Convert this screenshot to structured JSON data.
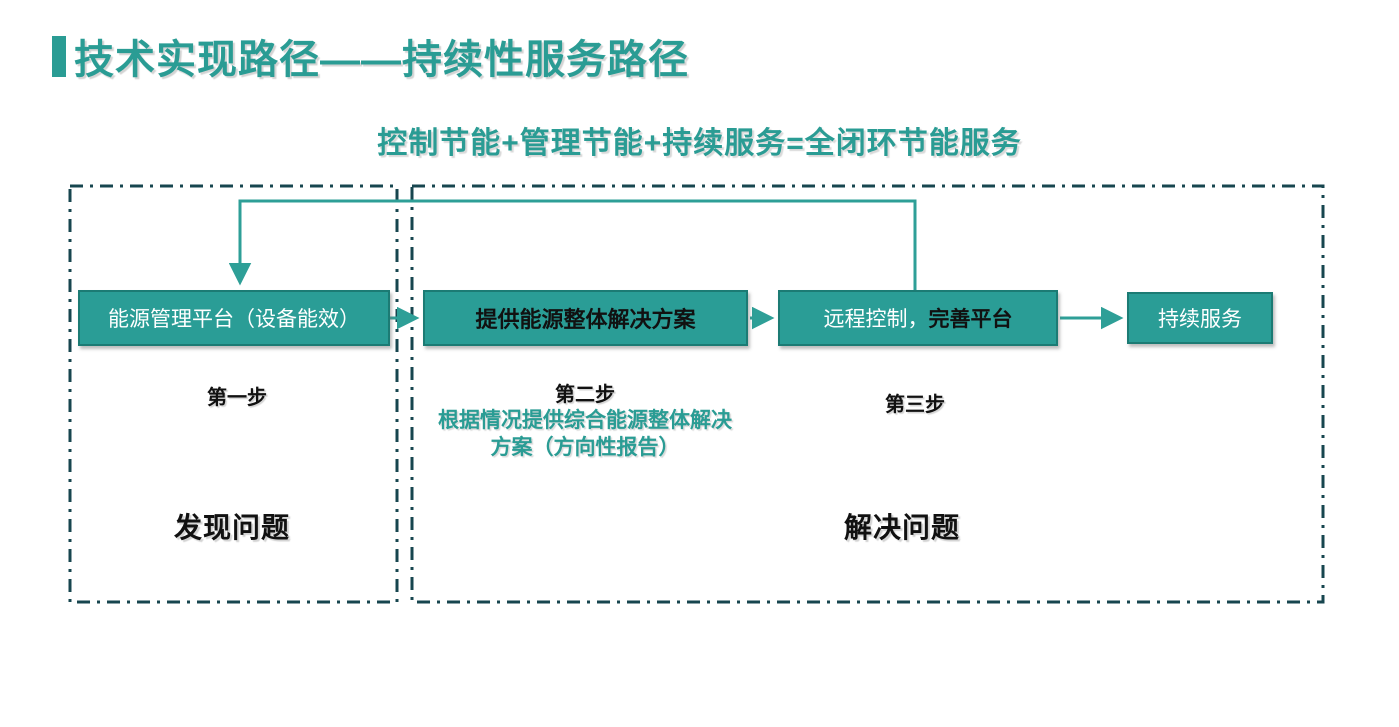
{
  "title": {
    "text": "技术实现路径——持续性服务路径"
  },
  "subtitle": {
    "text": "控制节能+管理节能+持续服务=全闭环节能服务"
  },
  "diagram": {
    "box_platform": "能源管理平台（设备能效）",
    "box_solution": "提供能源整体解决方案",
    "box_remote_prefix": "远程控制，",
    "box_remote_bold": "完善平台",
    "box_service": "持续服务",
    "step1_label": "第一步",
    "step2_label": "第二步",
    "step3_label": "第三步",
    "step2_note": "根据情况提供综合能源整体解决方案（方向性报告）",
    "zone_discover": "发现问题",
    "zone_solve": "解决问题"
  },
  "colors": {
    "accent_teal": "#2a9c94",
    "box_fill": "#2a9d96",
    "box_border": "#1c7b74",
    "dash_border": "#17464f",
    "arrow": "#2e9f97",
    "text_black": "#111111",
    "text_white": "#ffffff",
    "background": "#ffffff"
  }
}
